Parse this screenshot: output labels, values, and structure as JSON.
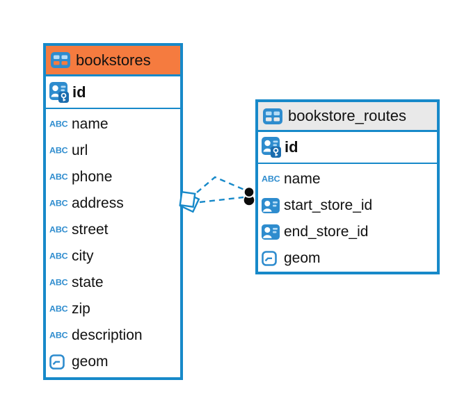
{
  "app": {
    "view": "database-er-diagram"
  },
  "colors": {
    "canvas_bg": "#ffffff",
    "table_border": "#1789c9",
    "selected_header_bg": "#f57b3f",
    "header_bg": "#e9e9e9",
    "row_bg": "#ffffff",
    "text": "#111111",
    "icon_blue": "#2e8cce",
    "icon_cell": "#b5dcf6",
    "icon_blue_dark": "#1a6cae",
    "relation_line": "#1789c9",
    "relation_dot": "#0b0b0b"
  },
  "icons": {
    "varchar_label": "ABC"
  },
  "tables": [
    {
      "name": "bookstores",
      "selected": true,
      "header_icon": "table-icon",
      "primary_key": {
        "name": "id",
        "icon": "primary-key-icon"
      },
      "columns": [
        {
          "name": "name",
          "icon": "varchar-icon"
        },
        {
          "name": "url",
          "icon": "varchar-icon"
        },
        {
          "name": "phone",
          "icon": "varchar-icon"
        },
        {
          "name": "address",
          "icon": "varchar-icon"
        },
        {
          "name": "street",
          "icon": "varchar-icon"
        },
        {
          "name": "city",
          "icon": "varchar-icon"
        },
        {
          "name": "state",
          "icon": "varchar-icon"
        },
        {
          "name": "zip",
          "icon": "varchar-icon"
        },
        {
          "name": "description",
          "icon": "varchar-icon"
        },
        {
          "name": "geom",
          "icon": "geometry-icon"
        }
      ]
    },
    {
      "name": "bookstore_routes",
      "selected": false,
      "header_icon": "table-icon",
      "primary_key": {
        "name": "id",
        "icon": "primary-key-icon"
      },
      "columns": [
        {
          "name": "name",
          "icon": "varchar-icon"
        },
        {
          "name": "start_store_id",
          "icon": "reference-icon"
        },
        {
          "name": "end_store_id",
          "icon": "reference-icon"
        },
        {
          "name": "geom",
          "icon": "geometry-icon"
        }
      ]
    }
  ],
  "relationships": {
    "style": "dashed",
    "source_marker": "overlapping-squares-icon",
    "target_marker": "overlapping-dots-icon",
    "links": [
      {
        "from_table": "bookstores",
        "to_table": "bookstore_routes"
      },
      {
        "from_table": "bookstores",
        "to_table": "bookstore_routes"
      }
    ]
  }
}
